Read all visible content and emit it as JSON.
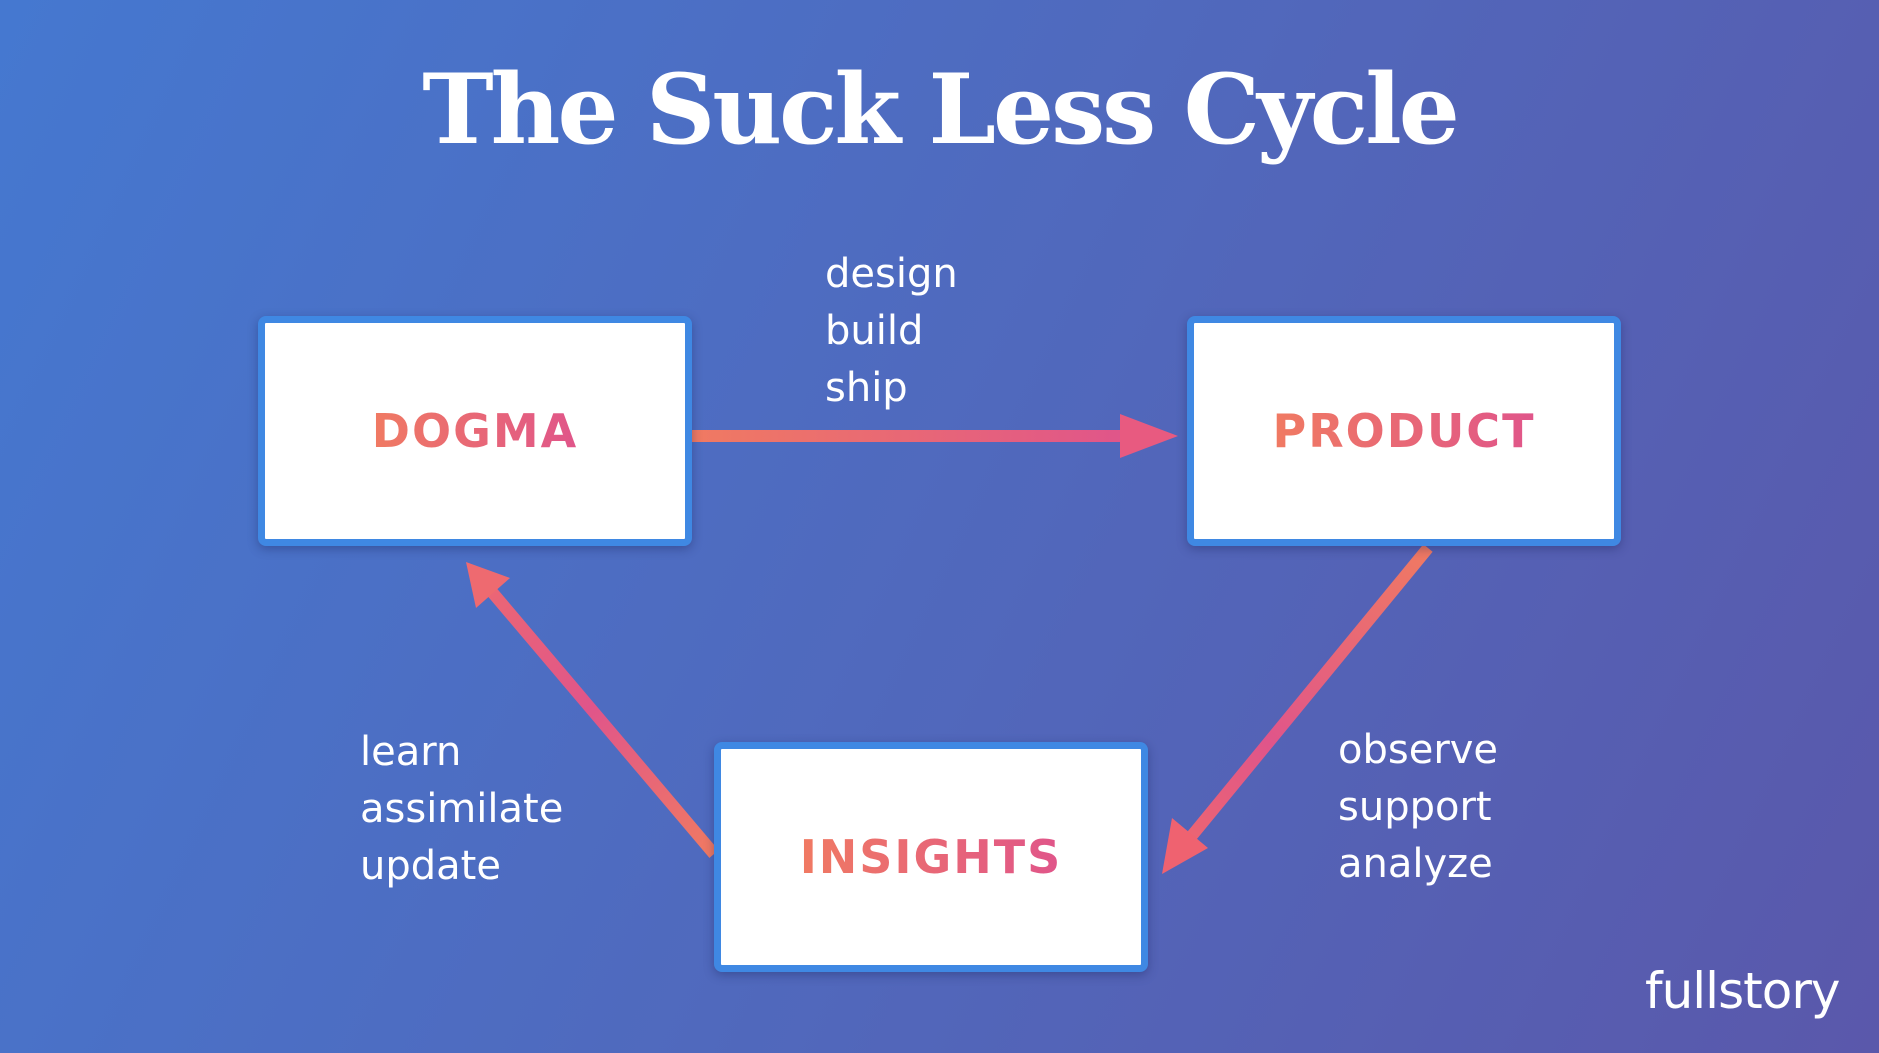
{
  "title": "The Suck Less Cycle",
  "nodes": {
    "dogma": "DOGMA",
    "product": "PRODUCT",
    "insights": "INSIGHTS"
  },
  "edges": {
    "dogma_to_product": [
      "design",
      "build",
      "ship"
    ],
    "product_to_insights": [
      "observe",
      "support",
      "analyze"
    ],
    "insights_to_dogma": [
      "learn",
      "assimilate",
      "update"
    ]
  },
  "logo": "fullstory",
  "colors": {
    "background_start": "#4578d0",
    "background_end": "#5a58ab",
    "box_border": "#3f88e3",
    "arrow_start": "#f07a62",
    "arrow_end": "#e0558a",
    "text": "#ffffff"
  }
}
